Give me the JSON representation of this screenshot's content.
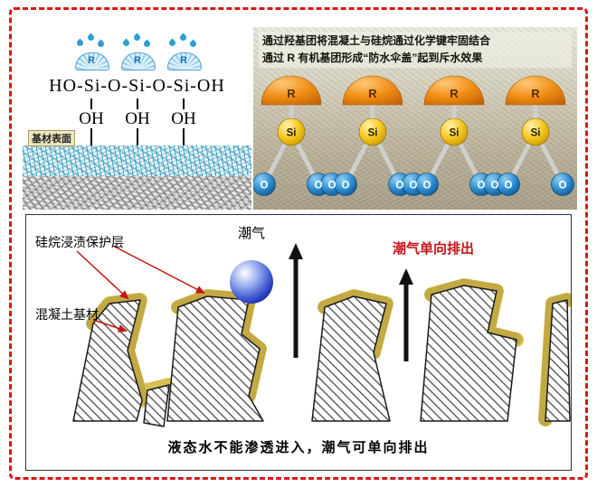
{
  "top_left": {
    "r_label": "R",
    "formula": "HO-Si-O-Si-O-Si-OH",
    "oh_labels": [
      "OH",
      "OH",
      "OH"
    ],
    "substrate_label": "基材表面"
  },
  "top_right": {
    "caption_line1": "通过羟基团将混凝土与硅烷通过化学键牢固结合",
    "caption_line2": "通过 R 有机基团形成“防水伞盖”起到斥水效果",
    "r_label": "R",
    "si_label": "Si",
    "o_label": "O"
  },
  "bottom": {
    "protective_layer_label": "硅烷浸渍保护层",
    "moisture_label": "潮气",
    "one_way_label": "潮气单向排出",
    "substrate_label": "混凝土基材",
    "caption": "液态水不能渗透进入，潮气可单向排出"
  },
  "colors": {
    "frame_red": "#d81717",
    "accent_red": "#c41414",
    "coating_yellow": "#d8bf55",
    "dome_orange": "#ef8c12",
    "si_yellow": "#f4c51a",
    "o_blue": "#2a8ace",
    "umbrella_blue": "#9ed2ee",
    "moisture_blue": "#3a53cc"
  }
}
